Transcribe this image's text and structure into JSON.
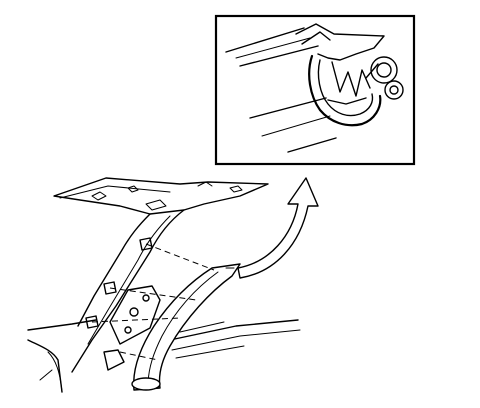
{
  "diagram": {
    "kind": "technical-line-illustration",
    "labels": [],
    "colors": {
      "background": "#ffffff",
      "ink": "#000000"
    },
    "parts": [
      {
        "id": "detail-inset",
        "icon": "magnified-section-view"
      },
      {
        "id": "callout-arrow",
        "icon": "curved-arrow-icon"
      },
      {
        "id": "roof-panel",
        "icon": "roof-panel-drawing"
      },
      {
        "id": "pillar-trim-panel",
        "icon": "trim-panel-drawing"
      },
      {
        "id": "retaining-clip",
        "icon": "clip-icon"
      }
    ]
  }
}
